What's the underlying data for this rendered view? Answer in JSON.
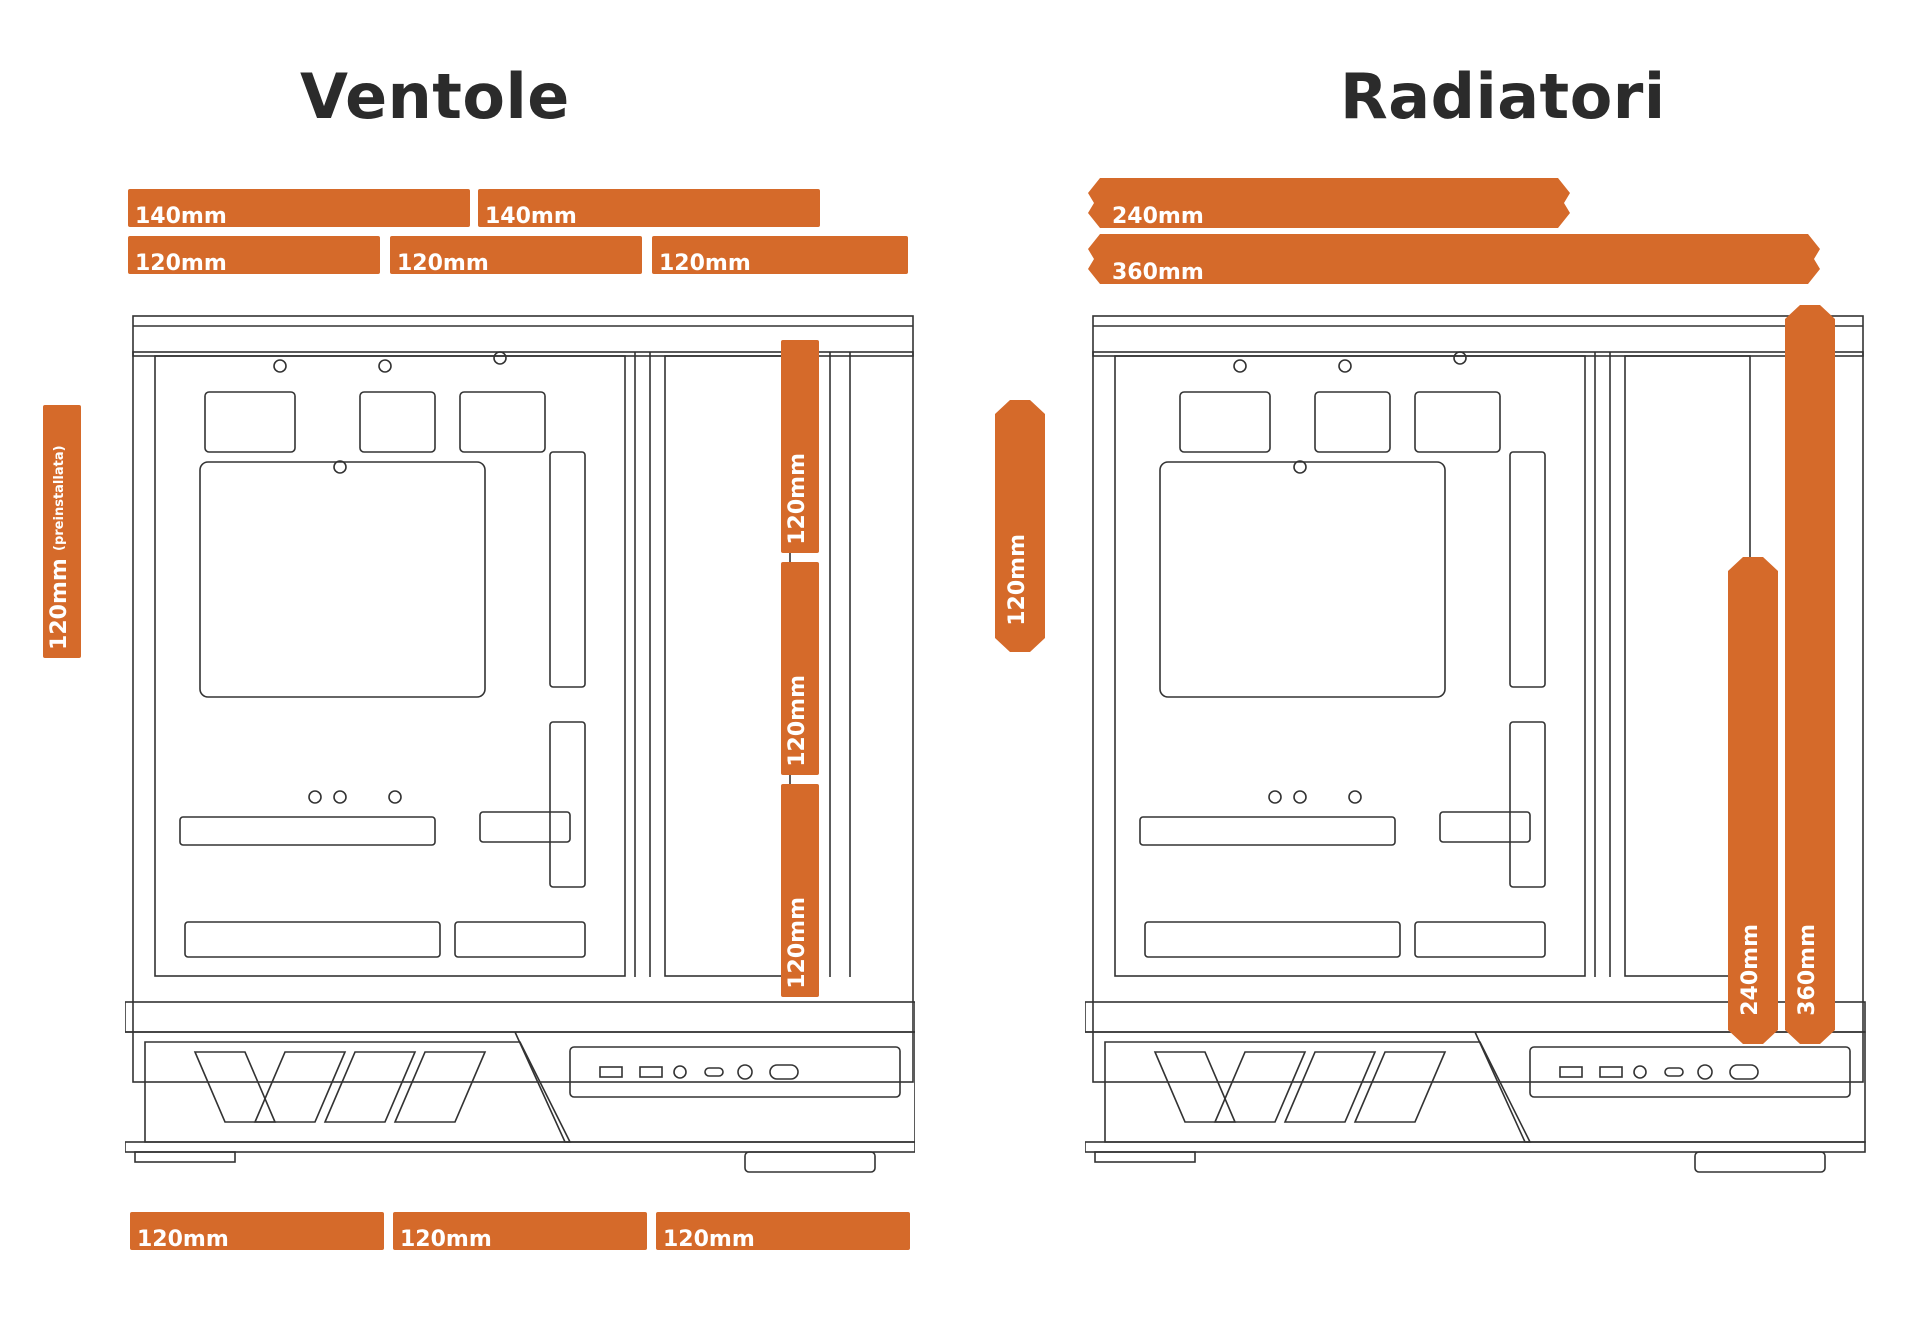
{
  "titles": {
    "left": "Ventole",
    "right": "Radiatori"
  },
  "ventole": {
    "top_row": [
      "140mm",
      "140mm"
    ],
    "top_row2": [
      "120mm",
      "120mm",
      "120mm"
    ],
    "rear": {
      "size": "120mm",
      "note": "(preinstallata)"
    },
    "front": [
      "120mm",
      "120mm",
      "120mm"
    ],
    "bottom": [
      "120mm",
      "120mm",
      "120mm"
    ]
  },
  "radiatori": {
    "top": [
      "240mm",
      "360mm"
    ],
    "rear": "120mm",
    "front": [
      "240mm",
      "360mm"
    ]
  },
  "colors": {
    "accent": "#d56a2a",
    "line": "#333333"
  }
}
